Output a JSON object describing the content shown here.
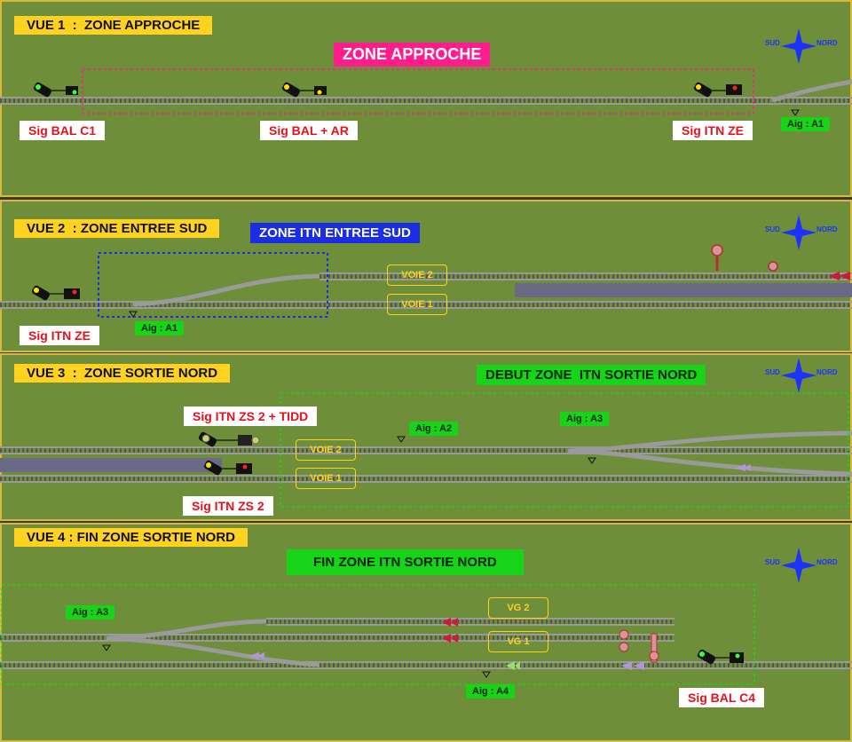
{
  "compass": {
    "south": "SUD",
    "north": "NORD"
  },
  "views": [
    {
      "title": "VUE 1  :  ZONE APPROCHE",
      "zone": "ZONE APPROCHE",
      "signals": [
        "Sig BAL C1",
        "Sig BAL + AR",
        "Sig ITN ZE"
      ],
      "switches": [
        "Aig : A1"
      ]
    },
    {
      "title": "VUE 2  : ZONE ENTREE SUD",
      "zone": "ZONE ITN ENTREE SUD",
      "tracks": [
        "VOIE 2",
        "VOIE 1"
      ],
      "signals": [
        "Sig ITN ZE"
      ],
      "switches": [
        "Aig : A1"
      ]
    },
    {
      "title": "VUE 3  :  ZONE SORTIE NORD",
      "zone": "DEBUT ZONE  ITN SORTIE NORD",
      "tracks": [
        "VOIE 2",
        "VOIE 1"
      ],
      "signals": [
        "Sig ITN ZS 2 + TIDD",
        "Sig ITN ZS 2"
      ],
      "switches": [
        "Aig : A2",
        "Aig : A3"
      ]
    },
    {
      "title": "VUE 4 : FIN ZONE SORTIE NORD",
      "zone": "FIN ZONE ITN SORTIE NORD",
      "tracks": [
        "VG 2",
        "VG 1"
      ],
      "signals": [
        "Sig BAL C4"
      ],
      "switches": [
        "Aig : A3",
        "Aig : A4"
      ]
    }
  ],
  "colors": {
    "grass": "#6e8e3a",
    "title_bg": "#ffd21f",
    "zone_approche": "#ff1c8c",
    "zone_entree": "#1c2de6",
    "zone_sortie": "#18d418",
    "signal_text": "#e8101e"
  }
}
